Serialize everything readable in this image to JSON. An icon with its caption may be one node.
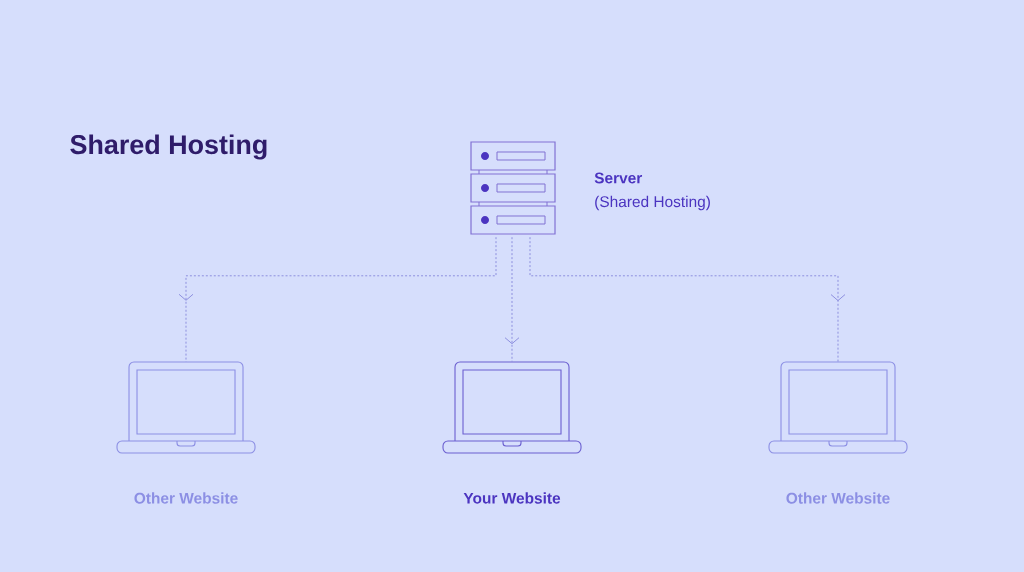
{
  "diagram": {
    "title": "Shared Hosting",
    "nodes": [
      {
        "text": [],
        "shape": "picture",
        "beside": [
          "Server",
          "(Shared Hosting)"
        ]
      },
      {
        "text": [],
        "shape": "picture",
        "beside": [
          "Other Website"
        ]
      },
      {
        "text": [],
        "shape": "picture",
        "beside": [
          "Your Website"
        ]
      },
      {
        "text": [],
        "shape": "picture",
        "beside": [
          "Other Website"
        ]
      }
    ],
    "edges": [
      {
        "from": 0,
        "to": 1,
        "arrow": "to",
        "style": "dashed"
      },
      {
        "from": 0,
        "to": 2,
        "arrow": "to",
        "style": "dashed"
      },
      {
        "from": 0,
        "to": 3,
        "arrow": "to",
        "style": "dashed"
      }
    ]
  }
}
